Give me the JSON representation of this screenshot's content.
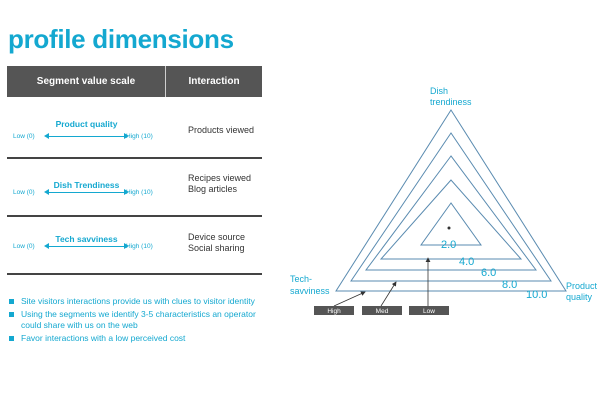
{
  "title": "profile dimensions",
  "table": {
    "header": {
      "scale": "Segment value scale",
      "interaction": "Interaction"
    },
    "rows": [
      {
        "segment": "Product quality",
        "low": "Low (0)",
        "high": "High (10)",
        "interactions": [
          "Products viewed"
        ]
      },
      {
        "segment": "Dish Trendiness",
        "low": "Low (0)",
        "high": "High (10)",
        "interactions": [
          "Recipes viewed",
          "Blog articles"
        ]
      },
      {
        "segment": "Tech savviness",
        "low": "Low (0)",
        "high": "High (10)",
        "interactions": [
          "Device source",
          "Social sharing"
        ]
      }
    ]
  },
  "bullets": [
    "Site visitors interactions provide us with clues to visitor identity",
    "Using the segments we identify 3-5 characteristics an operator could share with us on the web",
    "Favor interactions with a low perceived cost"
  ],
  "radar": {
    "axes": {
      "top": [
        "Dish",
        "trendiness"
      ],
      "left": [
        "Tech-",
        "savviness"
      ],
      "right": [
        "Product",
        "quality"
      ]
    },
    "ring_labels": [
      "2.0",
      "4.0",
      "6.0",
      "8.0",
      "10.0"
    ],
    "levels": [
      "High",
      "Med",
      "Low"
    ]
  },
  "colors": {
    "accent": "#14a8d0",
    "header_bg": "#555555",
    "dark_box": "#555555",
    "ring_stroke": "#5a8bb0"
  }
}
